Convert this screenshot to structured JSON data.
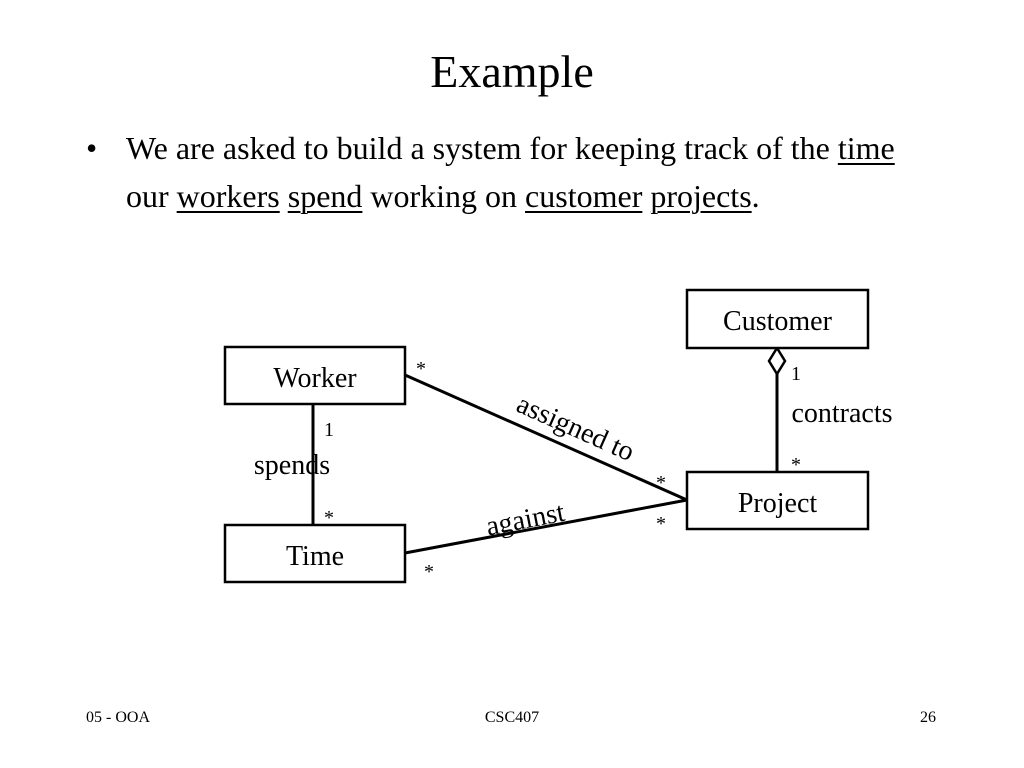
{
  "slide": {
    "title": "Example",
    "bullet": {
      "t1": "We are asked to build a system for keeping track of the ",
      "k1": "time",
      "t2": " our ",
      "k2": "workers",
      "t3": " ",
      "k3": "spend",
      "t4": " working on ",
      "k4": "customer",
      "t5": " ",
      "k5": "projects",
      "t6": "."
    }
  },
  "diagram": {
    "classes": {
      "customer": "Customer",
      "worker": "Worker",
      "project": "Project",
      "time": "Time"
    },
    "associations": {
      "assigned_to": "assigned to",
      "spends": "spends",
      "against": "against",
      "contracts": "contracts"
    },
    "multiplicities": {
      "worker_assigned": "*",
      "project_assigned": "*",
      "worker_spends": "1",
      "time_spends": "*",
      "time_against": "*",
      "project_against": "*",
      "customer_contracts": "1",
      "project_contracts": "*"
    }
  },
  "footer": {
    "left": "05 - OOA",
    "center": "CSC407",
    "right": "26"
  }
}
